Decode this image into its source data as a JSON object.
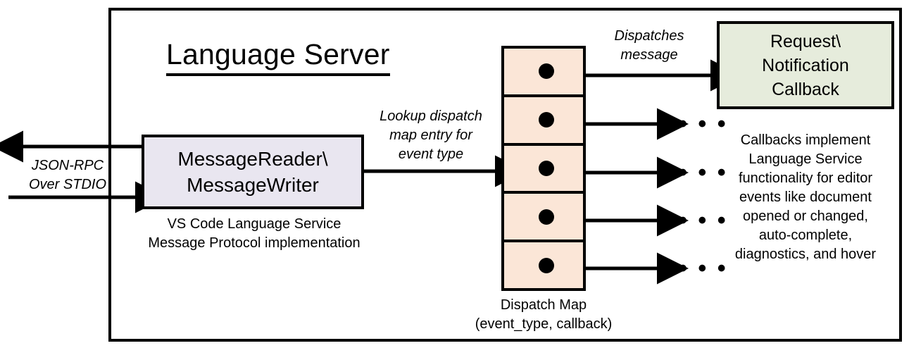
{
  "diagram": {
    "title": "Language Server",
    "frame_name": "language-server-boundary"
  },
  "colors": {
    "reader_writer_fill": "#e9e6f0",
    "dispatch_map_fill": "#fbe6d7",
    "callback_fill": "#e6ecdc",
    "stroke": "#000000",
    "background": "#ffffff"
  },
  "transport": {
    "label_line1": "JSON-RPC",
    "label_line2": "Over STDIO",
    "outgoing_arrow_name": "outbound-jsonrpc-arrow",
    "incoming_arrow_name": "inbound-jsonrpc-arrow"
  },
  "reader_writer": {
    "line1": "MessageReader\\",
    "line2": "MessageWriter",
    "caption_line1": "VS Code Language Service",
    "caption_line2": "Message Protocol implementation"
  },
  "lookup": {
    "line1": "Lookup dispatch",
    "line2": "map entry for",
    "line3": "event type"
  },
  "dispatch_map": {
    "caption_line1": "Dispatch Map",
    "caption_line2": "(event_type, callback)",
    "rows": [
      {
        "index": 1,
        "dot": true
      },
      {
        "index": 2,
        "dot": true
      },
      {
        "index": 3,
        "dot": true
      },
      {
        "index": 4,
        "dot": true
      },
      {
        "index": 5,
        "dot": true
      }
    ]
  },
  "dispatches": {
    "line1": "Dispatches",
    "line2": "message"
  },
  "callback": {
    "line1": "Request\\",
    "line2": "Notification",
    "line3": "Callback",
    "caption_line1": "Callbacks implement",
    "caption_line2": "Language Service",
    "caption_line3": "functionality for editor",
    "caption_line4": "events like document",
    "caption_line5": "opened or changed,",
    "caption_line6": "auto-complete,",
    "caption_line7": "diagnostics, and hover"
  },
  "ellipses": {
    "glyph": "• • •",
    "count": 4
  }
}
